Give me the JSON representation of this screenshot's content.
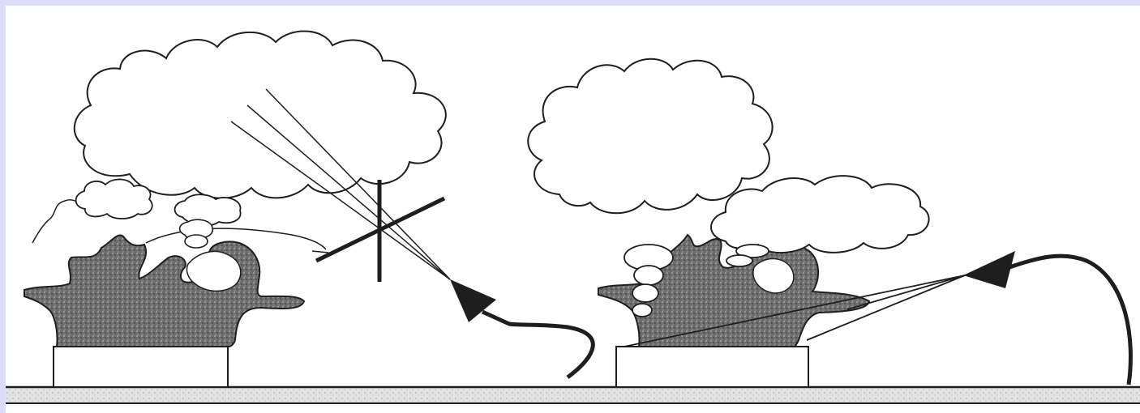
{
  "colors": {
    "page_border": "#dcdcf8",
    "paper": "#ffffff",
    "ink": "#1e1e1e",
    "fill_gray": "#6d6d6d",
    "ground_light": "#e2e2e2"
  },
  "scenes": [
    {
      "id": "left",
      "icon": "blocked-arrow",
      "hit": false
    },
    {
      "id": "right",
      "icon": "arcing-arrow",
      "hit": true
    }
  ]
}
